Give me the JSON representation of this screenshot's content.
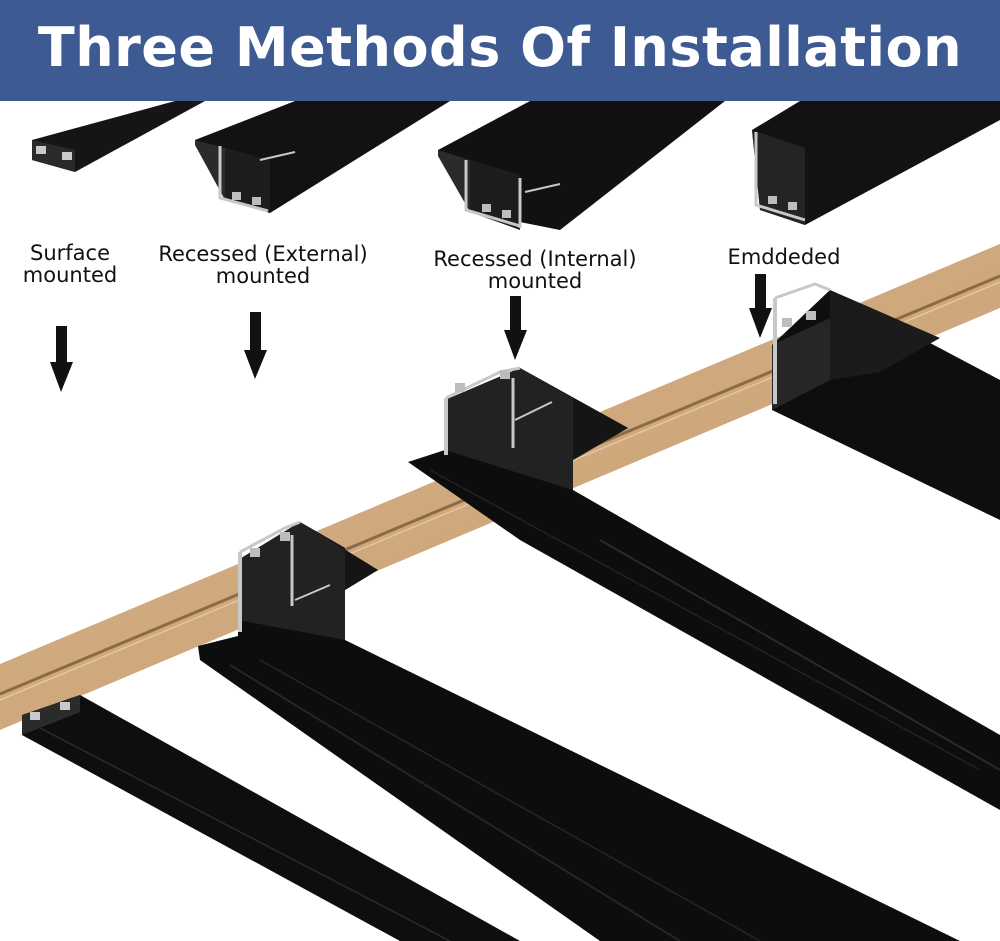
{
  "title": "Three Methods Of Installation",
  "labels": {
    "surface": {
      "line1": "Surface",
      "line2": "mounted"
    },
    "recessed_external": {
      "line1": "Recessed (External)",
      "line2": "mounted"
    },
    "recessed_internal": {
      "line1": "Recessed (Internal)",
      "line2": "mounted"
    },
    "embedded": {
      "line1": "Emddeded"
    }
  },
  "colors": {
    "banner": "#3e5a93",
    "title_text": "#ffffff",
    "profile_black": "#101010",
    "profile_face": "#262626",
    "aluminium_edge": "#c8c8c8",
    "ceiling_board": "#d2ad84"
  }
}
